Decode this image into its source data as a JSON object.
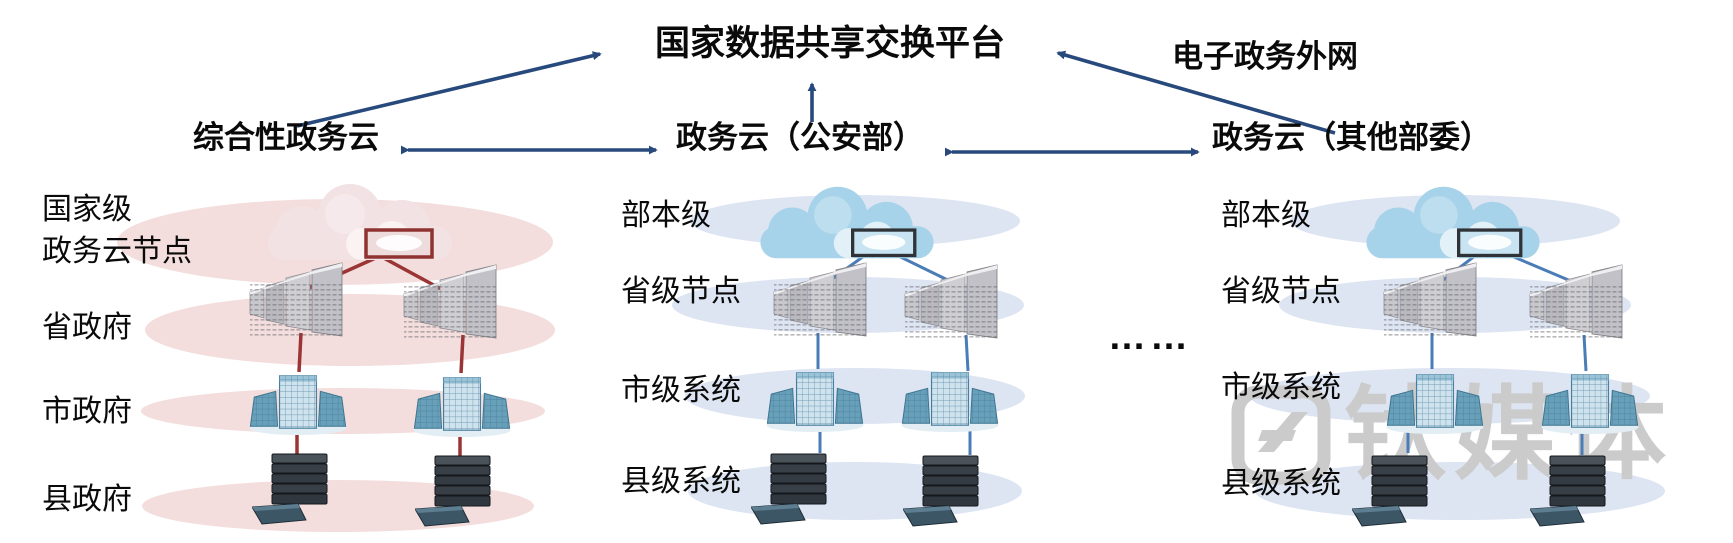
{
  "title": "国家数据共享交换平台",
  "extranet_label": "电子政务外网",
  "dots_label": "……",
  "clusters": {
    "left": {
      "title": "综合性政务云",
      "level1a": "国家级",
      "level1b": "政务云节点",
      "level2": "省政府",
      "level3": "市政府",
      "level4": "县政府"
    },
    "middle": {
      "title": "政务云（公安部）",
      "level1": "部本级",
      "level2": "省级节点",
      "level3": "市级系统",
      "level4": "县级系统"
    },
    "right": {
      "title": "政务云（其他部委）",
      "level1": "部本级",
      "level2": "省级节点",
      "level3": "市级系统",
      "level4": "县级系统"
    }
  },
  "watermark": {
    "text": "钛媒体"
  },
  "icons": {
    "cloud": "cloud-icon",
    "provincial_node": "mainframe-server-icon",
    "city_system": "building-server-icon",
    "county_system": "server-stack-icon"
  },
  "colors": {
    "arrow_blue": "#27497c",
    "link_red": "#9b3434",
    "link_blue": "#4a7cb8",
    "ellipse_pink": "#f3dedd",
    "ellipse_blue": "#dde4f2",
    "cloud_pink": "#f2e2e4",
    "cloud_blue": "#a6d3e9",
    "watermark_gray": "#cbcbcb",
    "text": "#0a0a0a"
  }
}
